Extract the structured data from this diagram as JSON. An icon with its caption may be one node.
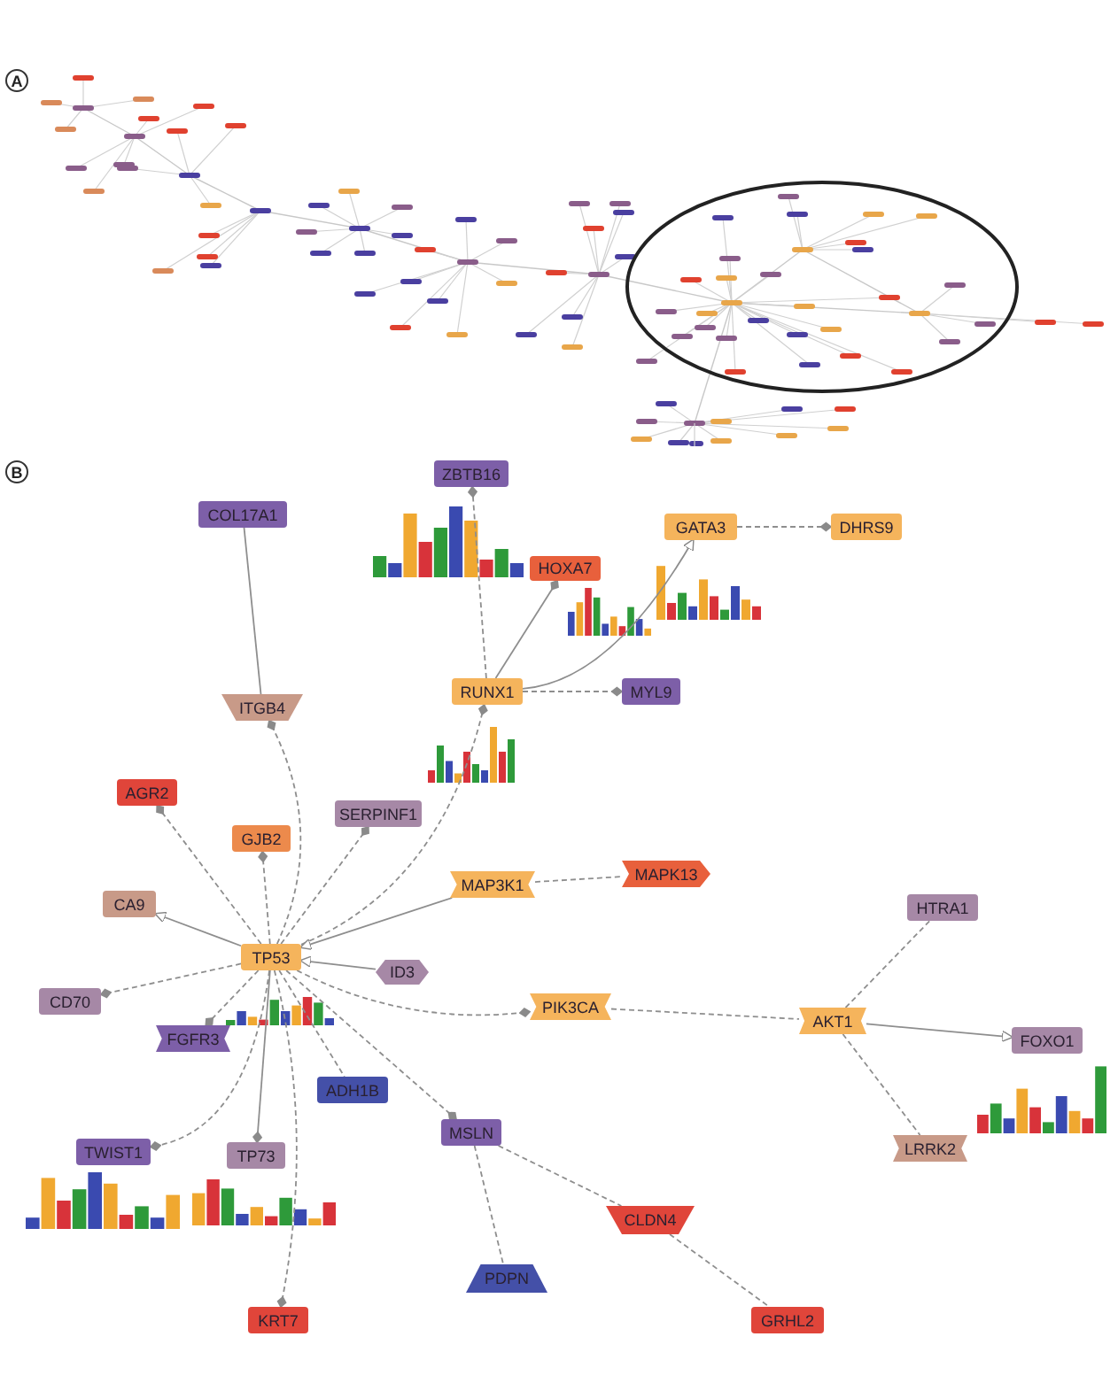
{
  "diagram": {
    "nodes": [
      {
        "text": [
          "ZBTB16"
        ]
      },
      {
        "text": [
          "COL17A1"
        ]
      },
      {
        "text": [
          "GATA3"
        ]
      },
      {
        "text": [
          "DHRS9"
        ]
      },
      {
        "text": [
          "HOXA7"
        ]
      },
      {
        "text": [
          "RUNX1"
        ]
      },
      {
        "text": [
          "MYL9"
        ]
      },
      {
        "text": [
          "ITGB4"
        ]
      },
      {
        "text": [
          "AGR2"
        ]
      },
      {
        "text": [
          "GJB2"
        ]
      },
      {
        "text": [
          "SERPINF1"
        ]
      },
      {
        "text": [
          "MAP3K1"
        ]
      },
      {
        "text": [
          "MAPK13"
        ]
      },
      {
        "text": [
          "CA9"
        ]
      },
      {
        "text": [
          "HTRA1"
        ]
      },
      {
        "text": [
          "TP53"
        ]
      },
      {
        "text": [
          "ID3"
        ]
      },
      {
        "text": [
          "CD70"
        ]
      },
      {
        "text": [
          "PIK3CA"
        ]
      },
      {
        "text": [
          "AKT1"
        ]
      },
      {
        "text": [
          "FOXO1"
        ]
      },
      {
        "text": [
          "FGFR3"
        ]
      },
      {
        "text": [
          "ADH1B"
        ]
      },
      {
        "text": [
          "TWIST1"
        ]
      },
      {
        "text": [
          "TP73"
        ]
      },
      {
        "text": [
          "MSLN"
        ]
      },
      {
        "text": [
          "LRRK2"
        ]
      },
      {
        "text": [
          "CLDN4"
        ]
      },
      {
        "text": [
          "PDPN"
        ]
      },
      {
        "text": [
          "KRT7"
        ]
      },
      {
        "text": [
          "GRHL2"
        ]
      }
    ],
    "edges": [
      {
        "from": 5,
        "to": 0,
        "arrow": "other",
        "style": "dashed"
      },
      {
        "from": 5,
        "to": 4,
        "arrow": "other"
      },
      {
        "from": 5,
        "to": 2,
        "arrow": "to"
      },
      {
        "from": 2,
        "to": 3,
        "arrow": "other",
        "style": "dashed"
      },
      {
        "from": 1,
        "to": 7,
        "arrow": "none"
      },
      {
        "from": 5,
        "to": 6,
        "arrow": "other",
        "style": "dashed"
      },
      {
        "from": 15,
        "to": 5,
        "arrow": "other",
        "style": "dashed"
      },
      {
        "from": 15,
        "to": 7,
        "arrow": "other",
        "style": "dashed"
      },
      {
        "from": 15,
        "to": 8,
        "arrow": "other",
        "style": "dashed"
      },
      {
        "from": 15,
        "to": 9,
        "arrow": "other",
        "style": "dashed"
      },
      {
        "from": 15,
        "to": 10,
        "arrow": "other",
        "style": "dashed"
      },
      {
        "from": 11,
        "to": 15,
        "arrow": "to"
      },
      {
        "from": 11,
        "to": 12,
        "arrow": "none",
        "style": "dashed"
      },
      {
        "from": 15,
        "to": 13,
        "arrow": "to"
      },
      {
        "from": 16,
        "to": 15,
        "arrow": "to"
      },
      {
        "from": 15,
        "to": 17,
        "arrow": "other",
        "style": "dashed"
      },
      {
        "from": 15,
        "to": 18,
        "arrow": "other",
        "style": "dashed"
      },
      {
        "from": 18,
        "to": 19,
        "arrow": "none",
        "style": "dashed"
      },
      {
        "from": 19,
        "to": 14,
        "arrow": "none",
        "style": "dashed"
      },
      {
        "from": 19,
        "to": 20,
        "arrow": "to"
      },
      {
        "from": 19,
        "to": 26,
        "arrow": "none",
        "style": "dashed"
      },
      {
        "from": 15,
        "to": 21,
        "arrow": "other",
        "style": "dashed"
      },
      {
        "from": 15,
        "to": 22,
        "arrow": "none",
        "style": "dashed"
      },
      {
        "from": 15,
        "to": 23,
        "arrow": "other",
        "style": "dashed"
      },
      {
        "from": 15,
        "to": 24,
        "arrow": "other"
      },
      {
        "from": 15,
        "to": 25,
        "arrow": "other",
        "style": "dashed"
      },
      {
        "from": 15,
        "to": 29,
        "arrow": "other",
        "style": "dashed"
      },
      {
        "from": 25,
        "to": 28,
        "arrow": "none",
        "style": "dashed"
      },
      {
        "from": 25,
        "to": 27,
        "arrow": "none",
        "style": "dashed"
      },
      {
        "from": 27,
        "to": 30,
        "arrow": "none",
        "style": "dashed"
      }
    ],
    "labels": [
      "A",
      "B"
    ]
  }
}
